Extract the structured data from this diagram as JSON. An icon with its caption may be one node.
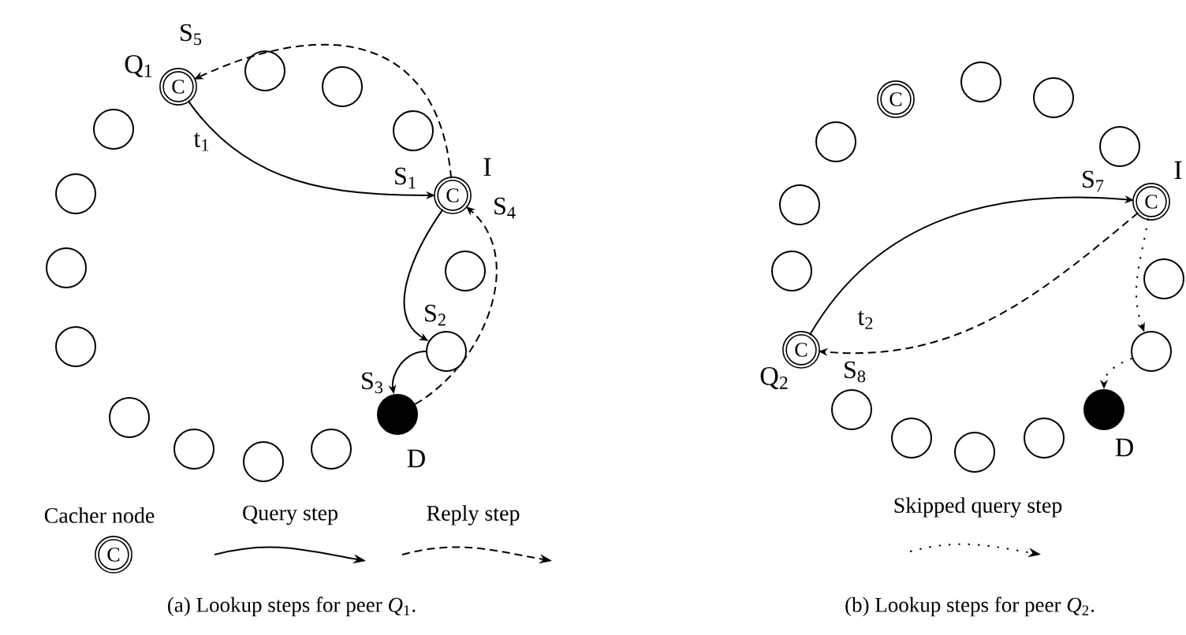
{
  "diagram": {
    "nodes": [
      {
        "text": [
          "C"
        ],
        "beside": [
          "Q$_{1}$"
        ]
      },
      {
        "text": [],
        "shape": "circle"
      },
      {
        "text": [],
        "shape": "circle"
      },
      {
        "text": [],
        "shape": "circle"
      },
      {
        "text": [
          "C"
        ],
        "beside": [
          "I"
        ]
      },
      {
        "text": [],
        "shape": "circle"
      },
      {
        "text": [],
        "shape": "circle"
      },
      {
        "text": [],
        "shape": "dot",
        "beside": [
          "D"
        ]
      },
      {
        "text": [],
        "shape": "circle"
      },
      {
        "text": [],
        "shape": "circle"
      },
      {
        "text": [],
        "shape": "circle"
      },
      {
        "text": [],
        "shape": "circle"
      },
      {
        "text": [],
        "shape": "circle"
      },
      {
        "text": [],
        "shape": "circle"
      },
      {
        "text": [],
        "shape": "circle"
      },
      {
        "text": [],
        "shape": "circle"
      },
      {
        "text": [
          "C"
        ]
      },
      {
        "text": [],
        "shape": "circle"
      },
      {
        "text": [],
        "shape": "circle"
      },
      {
        "text": [],
        "shape": "circle"
      },
      {
        "text": [
          "C"
        ],
        "beside": [
          "I"
        ]
      },
      {
        "text": [],
        "shape": "circle"
      },
      {
        "text": [],
        "shape": "circle"
      },
      {
        "text": [],
        "shape": "dot",
        "beside": [
          "D"
        ]
      },
      {
        "text": [],
        "shape": "circle"
      },
      {
        "text": [],
        "shape": "circle"
      },
      {
        "text": [],
        "shape": "circle"
      },
      {
        "text": [],
        "shape": "circle"
      },
      {
        "text": [
          "C"
        ],
        "beside": [
          "Q$_{2}$"
        ]
      },
      {
        "text": [],
        "shape": "circle"
      },
      {
        "text": [],
        "shape": "circle"
      },
      {
        "text": [],
        "shape": "circle"
      }
    ],
    "edges": [
      {
        "from": 0,
        "to": 4,
        "arrow": "to",
        "label": "S$_{1}$"
      },
      {
        "from": 4,
        "to": 6,
        "arrow": "to",
        "label": "S$_{2}$"
      },
      {
        "from": 6,
        "to": 7,
        "arrow": "to",
        "label": "S$_{3}$"
      },
      {
        "from": 7,
        "to": 4,
        "arrow": "to",
        "label": "S$_{4}$",
        "style": "dashed"
      },
      {
        "from": 4,
        "to": 0,
        "arrow": "to",
        "label": "S$_{5}$",
        "style": "dashed"
      },
      {
        "from": 28,
        "to": 20,
        "arrow": "to",
        "label": "S$_{7}$"
      },
      {
        "from": 20,
        "to": 28,
        "arrow": "to",
        "label": "S$_{8}$",
        "style": "dashed"
      },
      {
        "from": 20,
        "to": 22,
        "arrow": "to",
        "style": "dashed"
      },
      {
        "from": 22,
        "to": 23,
        "arrow": "to",
        "style": "dashed"
      }
    ],
    "labels": [
      "t$_{1}$",
      "t$_{2}$",
      "(a) Lookup steps for peer *Q*$_{1}$.",
      "(b) Lookup steps for peer *Q*$_{2}$.",
      "C"
    ],
    "legend": [
      {
        "text": "Cacher node"
      },
      {
        "text": "Query step"
      },
      {
        "text": "Reply step"
      },
      {
        "text": "Skipped query step"
      }
    ]
  }
}
